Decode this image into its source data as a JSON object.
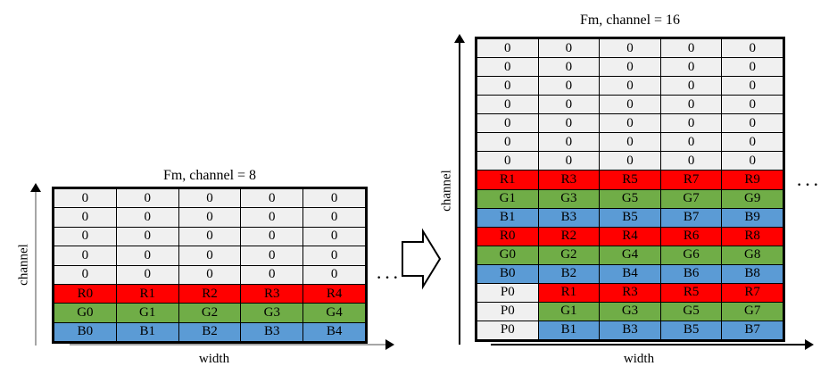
{
  "figure": {
    "left_panel": {
      "title": "Fm, channel = 8",
      "x_axis_label": "width",
      "y_axis_label": "channel",
      "ellipsis": "···",
      "columns": 5,
      "rows": [
        {
          "kind": "zero",
          "cells": [
            "0",
            "0",
            "0",
            "0",
            "0"
          ]
        },
        {
          "kind": "zero",
          "cells": [
            "0",
            "0",
            "0",
            "0",
            "0"
          ]
        },
        {
          "kind": "zero",
          "cells": [
            "0",
            "0",
            "0",
            "0",
            "0"
          ]
        },
        {
          "kind": "zero",
          "cells": [
            "0",
            "0",
            "0",
            "0",
            "0"
          ]
        },
        {
          "kind": "zero",
          "cells": [
            "0",
            "0",
            "0",
            "0",
            "0"
          ]
        },
        {
          "kind": "red",
          "cells": [
            "R0",
            "R1",
            "R2",
            "R3",
            "R4"
          ]
        },
        {
          "kind": "green",
          "cells": [
            "G0",
            "G1",
            "G2",
            "G3",
            "G4"
          ]
        },
        {
          "kind": "blue",
          "cells": [
            "B0",
            "B1",
            "B2",
            "B3",
            "B4"
          ]
        }
      ]
    },
    "right_panel": {
      "title": "Fm, channel = 16",
      "x_axis_label": "width",
      "y_axis_label": "channel",
      "ellipsis": "···",
      "columns": 5,
      "rows": [
        {
          "kind": "zero",
          "cells": [
            "0",
            "0",
            "0",
            "0",
            "0"
          ]
        },
        {
          "kind": "zero",
          "cells": [
            "0",
            "0",
            "0",
            "0",
            "0"
          ]
        },
        {
          "kind": "zero",
          "cells": [
            "0",
            "0",
            "0",
            "0",
            "0"
          ]
        },
        {
          "kind": "zero",
          "cells": [
            "0",
            "0",
            "0",
            "0",
            "0"
          ]
        },
        {
          "kind": "zero",
          "cells": [
            "0",
            "0",
            "0",
            "0",
            "0"
          ]
        },
        {
          "kind": "zero",
          "cells": [
            "0",
            "0",
            "0",
            "0",
            "0"
          ]
        },
        {
          "kind": "zero",
          "cells": [
            "0",
            "0",
            "0",
            "0",
            "0"
          ]
        },
        {
          "kind": "red",
          "cells": [
            "R1",
            "R3",
            "R5",
            "R7",
            "R9"
          ]
        },
        {
          "kind": "green",
          "cells": [
            "G1",
            "G3",
            "G5",
            "G7",
            "G9"
          ]
        },
        {
          "kind": "blue",
          "cells": [
            "B1",
            "B3",
            "B5",
            "B7",
            "B9"
          ]
        },
        {
          "kind": "red",
          "cells": [
            "R0",
            "R2",
            "R4",
            "R6",
            "R8"
          ]
        },
        {
          "kind": "green",
          "cells": [
            "G0",
            "G2",
            "G4",
            "G6",
            "G8"
          ]
        },
        {
          "kind": "blue",
          "cells": [
            "B0",
            "B2",
            "B4",
            "B6",
            "B8"
          ]
        },
        {
          "kind": "pad-red",
          "cells": [
            "P0",
            "R1",
            "R3",
            "R5",
            "R7"
          ]
        },
        {
          "kind": "pad-green",
          "cells": [
            "P0",
            "G1",
            "G3",
            "G5",
            "G7"
          ]
        },
        {
          "kind": "pad-blue",
          "cells": [
            "P0",
            "B1",
            "B3",
            "B5",
            "B7"
          ]
        }
      ]
    },
    "transform_arrow": "block-arrow-right",
    "colors": {
      "red": "#ff0000",
      "green": "#70ad47",
      "blue": "#5b9bd5",
      "zero": "#f0f0f0",
      "border": "#000000",
      "axis": "#a6a6a6"
    }
  }
}
